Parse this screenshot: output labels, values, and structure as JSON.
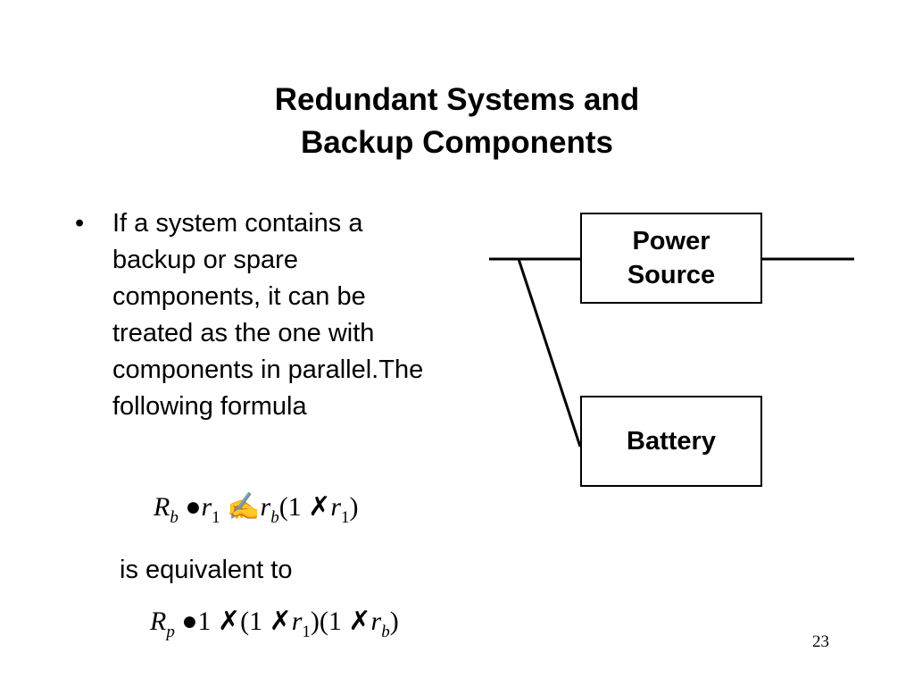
{
  "slide": {
    "title_line1": "Redundant Systems and",
    "title_line2": "Backup Components",
    "bullet_symbol": "•",
    "bullet_text": "If a system contains a backup or spare components, it can be treated as the one with components in parallel.The following formula",
    "equivalent_text": "is equivalent to",
    "page_number": "23"
  },
  "formula_b": {
    "R": "R",
    "R_sub": "b",
    "eq": "●",
    "r1": "r",
    "r1_sub": "1",
    "plus": "✍",
    "rb": "r",
    "rb_sub": "b",
    "open": "(1 ",
    "minus": "✗",
    "r1b": "r",
    "r1b_sub": "1",
    "close": ")"
  },
  "formula_p": {
    "R": "R",
    "R_sub": "p",
    "eq": "●",
    "one": "1 ",
    "minus1": "✗",
    "open1": "(1 ",
    "minus2": "✗",
    "r1": "r",
    "r1_sub": "1",
    "close1": ")(1 ",
    "minus3": "✗",
    "rb": "r",
    "rb_sub": "b",
    "close2": ")"
  },
  "diagram": {
    "power_line1": "Power",
    "power_line2": "Source",
    "battery_label": "Battery"
  }
}
